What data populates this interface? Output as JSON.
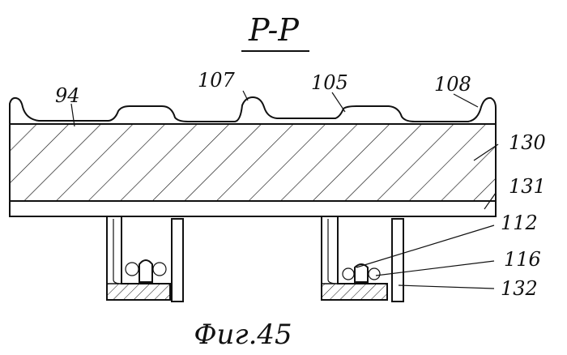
{
  "section_title": "P-P",
  "figure_caption": "Фиг.45",
  "labels": {
    "l94": "94",
    "l107": "107",
    "l105": "105",
    "l108": "108",
    "l130": "130",
    "l131": "131",
    "l112": "112",
    "l116": "116",
    "l132": "132"
  },
  "colors": {
    "ink": "#111111",
    "paper": "#ffffff"
  }
}
